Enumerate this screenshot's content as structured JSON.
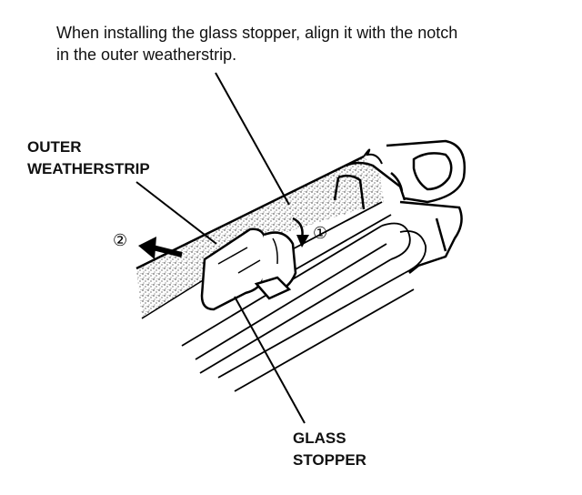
{
  "note": {
    "line1": "When installing the glass stopper, align it with the notch",
    "line2": "in the outer weatherstrip."
  },
  "labels": {
    "outer_weatherstrip_line1": "OUTER",
    "outer_weatherstrip_line2": "WEATHERSTRIP",
    "glass_stopper_line1": "GLASS",
    "glass_stopper_line2": "STOPPER"
  },
  "steps": {
    "step1": "①",
    "step2": "②"
  }
}
